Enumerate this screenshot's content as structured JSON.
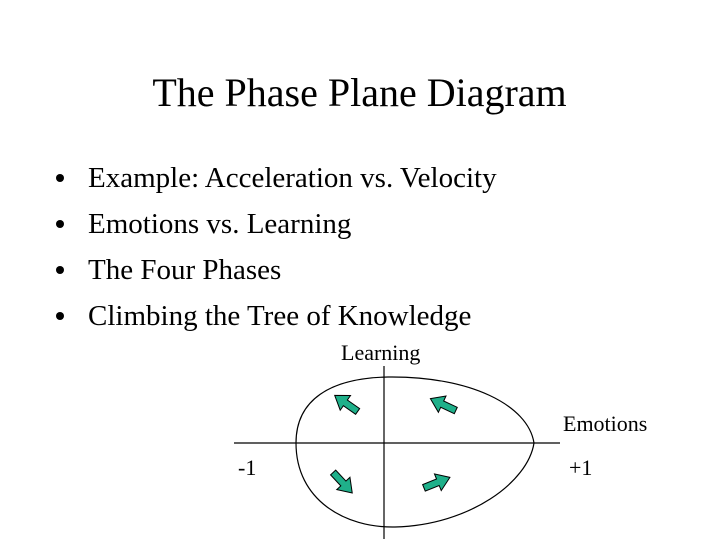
{
  "slide": {
    "title": "The Phase Plane Diagram",
    "bullets": [
      "Example: Acceleration vs. Velocity",
      "Emotions vs. Learning",
      "The Four Phases",
      "Climbing the Tree of Knowledge"
    ]
  },
  "diagram": {
    "y_axis_label": "Learning",
    "x_axis_label": "Emotions",
    "x_min_label": "-1",
    "x_max_label": "+1",
    "arrow_color": "#1fb08a",
    "arrow_outline_color": "#000000",
    "arrows": [
      {
        "name": "arrow-upper-left",
        "direction": "up-left"
      },
      {
        "name": "arrow-upper-right",
        "direction": "up-left"
      },
      {
        "name": "arrow-lower-left",
        "direction": "down-right"
      },
      {
        "name": "arrow-lower-right",
        "direction": "up-right"
      }
    ]
  }
}
